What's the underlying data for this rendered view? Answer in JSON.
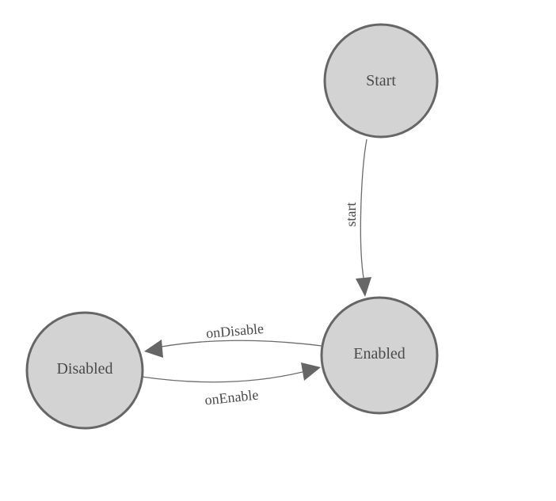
{
  "diagram": {
    "kind": "state-machine",
    "background_color": "#ffffff",
    "node_fill_color": "#d3d3d3",
    "node_border_color": "#666666",
    "edge_color": "#6b6b6b",
    "text_color": "#4a4a4a",
    "nodes": [
      {
        "id": "start",
        "label": "Start"
      },
      {
        "id": "enabled",
        "label": "Enabled"
      },
      {
        "id": "disabled",
        "label": "Disabled"
      }
    ],
    "edges": [
      {
        "id": "start-to-enabled",
        "from": "Start",
        "to": "Enabled",
        "label": "start"
      },
      {
        "id": "enabled-to-disabled",
        "from": "Enabled",
        "to": "Disabled",
        "label": "onDisable"
      },
      {
        "id": "disabled-to-enabled",
        "from": "Disabled",
        "to": "Enabled",
        "label": "onEnable"
      }
    ]
  }
}
